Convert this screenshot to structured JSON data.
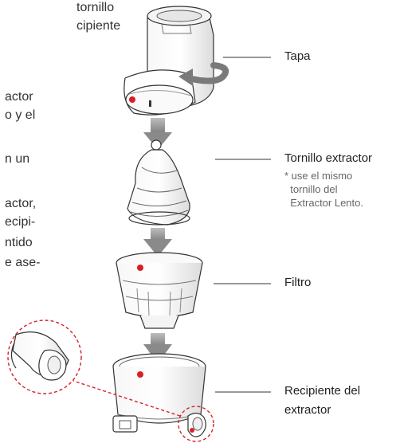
{
  "left_text": {
    "lines": [
      "tornillo",
      "cipiente",
      "actor",
      "o y el",
      "n un",
      "actor,",
      "ecipi-",
      "ntido",
      "e ase-"
    ]
  },
  "labels": {
    "tapa": "Tapa",
    "tornillo": "Tornillo extractor",
    "tornillo_note": "* use el mismo\n  tornillo del\n  Extractor Lento.",
    "filtro": "Filtro",
    "recipiente_l1": "Recipiente del",
    "recipiente_l2": "extractor"
  },
  "colors": {
    "accent": "#d91f26",
    "arrow": "#8a8a8a",
    "outline": "#333333"
  },
  "icons": [
    "rotate-arrow-icon",
    "down-arrow-icon",
    "detail-callout-icon"
  ]
}
